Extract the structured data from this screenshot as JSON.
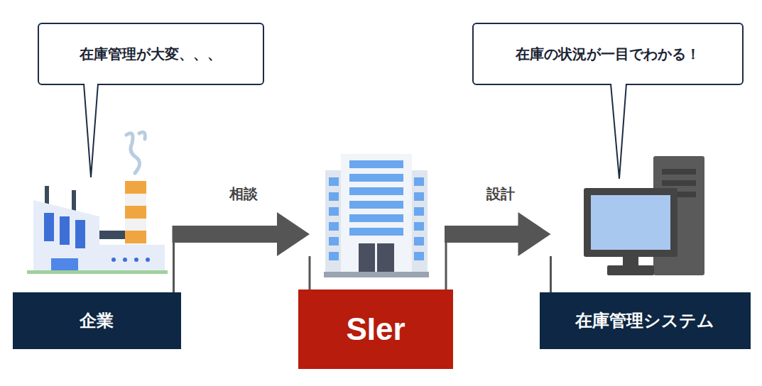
{
  "diagram": {
    "nodes": [
      {
        "text": [
          "在庫管理が大変、、、"
        ]
      },
      {
        "text": [
          "在庫の状況が一目でわかる！"
        ]
      },
      {
        "text": [
          "企業"
        ]
      },
      {
        "text": [
          "SIer"
        ]
      },
      {
        "text": [
          "在庫管理システム"
        ]
      }
    ],
    "edges": [
      {
        "from": 2,
        "to": 3,
        "label": "相談",
        "arrow": "to"
      },
      {
        "from": 3,
        "to": 4,
        "label": "設計",
        "arrow": "to"
      }
    ]
  }
}
